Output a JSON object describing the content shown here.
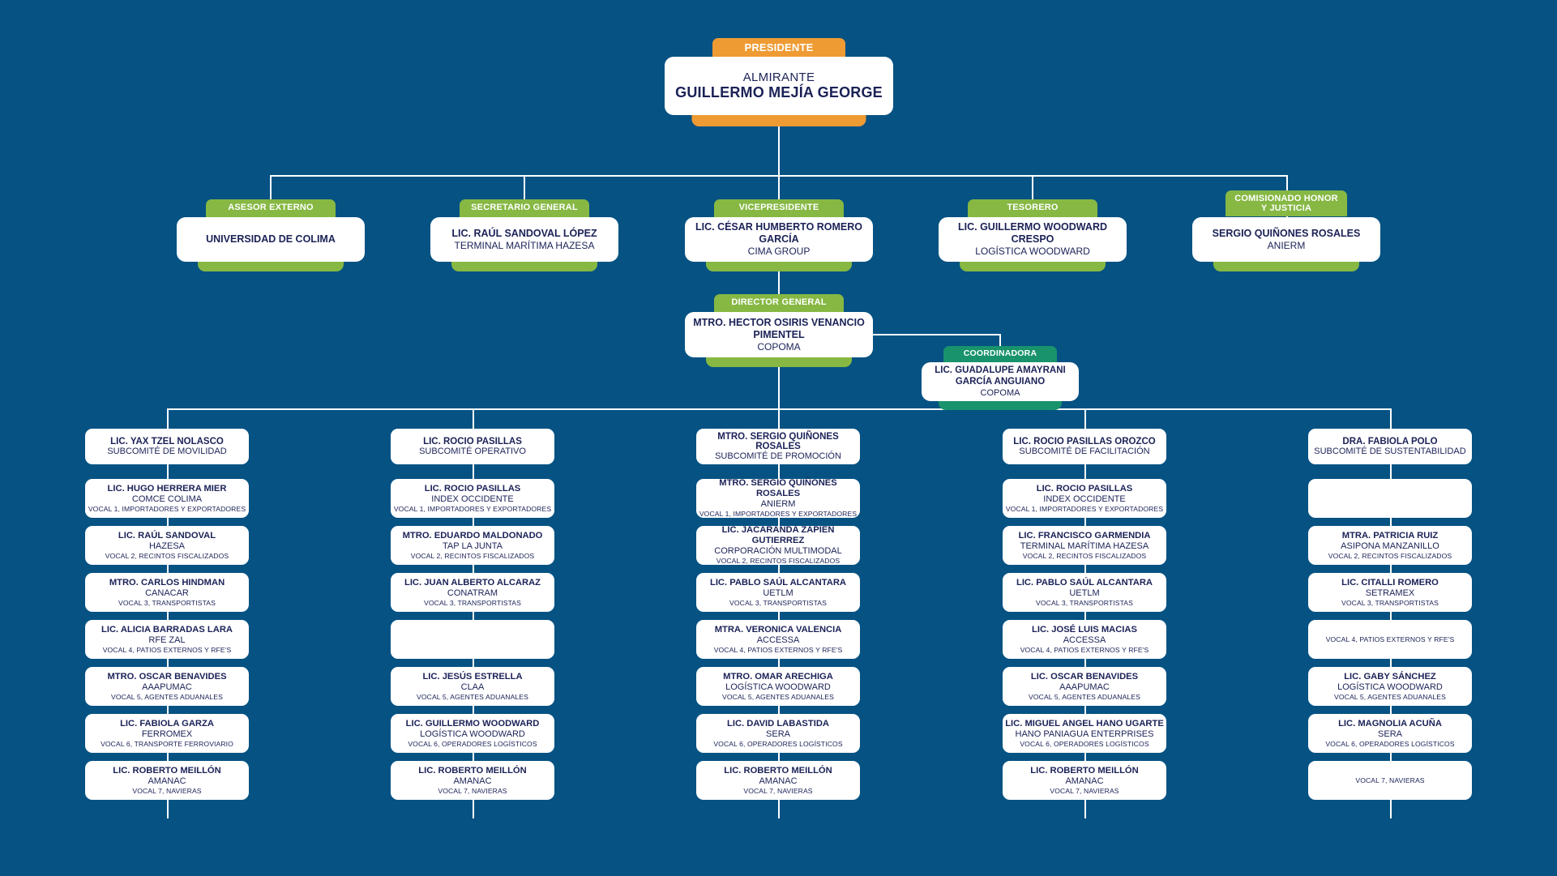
{
  "theme": {
    "background": "#055283",
    "tab_green": "#86b843",
    "tab_teal": "#18936c",
    "tab_orange": "#ef9b33",
    "card": "#ffffff",
    "text": "#1b2257",
    "connector": "#ffffff"
  },
  "president": {
    "tab": "PRESIDENTE",
    "rank": "ALMIRANTE",
    "name": "GUILLERMO MEJÍA GEORGE"
  },
  "level2": [
    {
      "tab": "ASESOR EXTERNO",
      "name": "UNIVERSIDAD DE COLIMA",
      "org": ""
    },
    {
      "tab": "SECRETARIO GENERAL",
      "name": "LIC. RAÚL SANDOVAL LÓPEZ",
      "org": "TERMINAL MARÍTIMA HAZESA"
    },
    {
      "tab": "VICEPRESIDENTE",
      "name": "LIC. CÉSAR HUMBERTO ROMERO GARCÍA",
      "org": "CIMA GROUP"
    },
    {
      "tab": "TESORERO",
      "name": "LIC. GUILLERMO WOODWARD CRESPO",
      "org": "LOGÍSTICA WOODWARD"
    },
    {
      "tab": "COMISIONADO HONOR Y JUSTICIA",
      "name": "SERGIO QUIÑONES ROSALES",
      "org": "ANIERM"
    }
  ],
  "director_general": {
    "tab": "DIRECTOR GENERAL",
    "name": "MTRO. HECTOR OSIRIS VENANCIO PIMENTEL",
    "org": "COPOMA"
  },
  "coordinadora": {
    "tab": "COORDINADORA",
    "name": "LIC. GUADALUPE AMAYRANI GARCÍA ANGUIANO",
    "org": "COPOMA"
  },
  "columns": [
    {
      "head": {
        "name": "LIC. YAX TZEL NOLASCO",
        "subcommittee": "SUBCOMITÉ DE MOVILIDAD"
      },
      "members": [
        {
          "name": "LIC. HUGO HERRERA MIER",
          "org": "COMCE COLIMA",
          "role": "VOCAL 1, IMPORTADORES Y EXPORTADORES"
        },
        {
          "name": "LIC. RAÚL SANDOVAL",
          "org": "HAZESA",
          "role": "VOCAL 2, RECINTOS FISCALIZADOS"
        },
        {
          "name": "MTRO. CARLOS HINDMAN",
          "org": "CANACAR",
          "role": "VOCAL 3, TRANSPORTISTAS"
        },
        {
          "name": "LIC. ALICIA BARRADAS LARA",
          "org": "RFE ZAL",
          "role": "VOCAL 4, PATIOS EXTERNOS Y RFE'S"
        },
        {
          "name": "MTRO. OSCAR BENAVIDES",
          "org": "AAAPUMAC",
          "role": "VOCAL 5, AGENTES ADUANALES"
        },
        {
          "name": "LIC. FABIOLA GARZA",
          "org": "FERROMEX",
          "role": "VOCAL 6, TRANSPORTE FERROVIARIO"
        },
        {
          "name": "LIC. ROBERTO MEILLÓN",
          "org": "AMANAC",
          "role": "VOCAL 7, NAVIERAS"
        }
      ]
    },
    {
      "head": {
        "name": "LIC. ROCIO PASILLAS",
        "subcommittee": "SUBCOMITÉ OPERATIVO"
      },
      "members": [
        {
          "name": "LIC. ROCIO PASILLAS",
          "org": "INDEX OCCIDENTE",
          "role": "VOCAL 1, IMPORTADORES Y EXPORTADORES"
        },
        {
          "name": "MTRO. EDUARDO MALDONADO",
          "org": "TAP LA JUNTA",
          "role": "VOCAL 2, RECINTOS FISCALIZADOS"
        },
        {
          "name": "LIC. JUAN ALBERTO ALCARAZ",
          "org": "CONATRAM",
          "role": "VOCAL 3, TRANSPORTISTAS"
        },
        {
          "name": "",
          "org": "",
          "role": ""
        },
        {
          "name": "LIC. JESÚS ESTRELLA",
          "org": "CLAA",
          "role": "VOCAL 5, AGENTES ADUANALES"
        },
        {
          "name": "LIC. GUILLERMO WOODWARD",
          "org": "LOGÍSTICA WOODWARD",
          "role": "VOCAL 6, OPERADORES LOGÍSTICOS"
        },
        {
          "name": "LIC. ROBERTO MEILLÓN",
          "org": "AMANAC",
          "role": "VOCAL 7, NAVIERAS"
        }
      ]
    },
    {
      "head": {
        "name": "MTRO. SERGIO QUIÑONES ROSALES",
        "subcommittee": "SUBCOMITÉ DE PROMOCIÓN"
      },
      "members": [
        {
          "name": "MTRO. SERGIO QUIÑONES ROSALES",
          "org": "ANIERM",
          "role": "VOCAL 1, IMPORTADORES Y EXPORTADORES"
        },
        {
          "name": "LIC. JACARANDA ZAPIEN GUTIERREZ",
          "org": "CORPORACIÓN MULTIMODAL",
          "role": "VOCAL 2, RECINTOS FISCALIZADOS"
        },
        {
          "name": "LIC. PABLO SAÚL ALCANTARA",
          "org": "UETLM",
          "role": "VOCAL 3, TRANSPORTISTAS"
        },
        {
          "name": "MTRA. VERONICA VALENCIA",
          "org": "ACCESSA",
          "role": "VOCAL 4, PATIOS EXTERNOS Y RFE'S"
        },
        {
          "name": "MTRO. OMAR ARECHIGA",
          "org": "LOGÍSTICA WOODWARD",
          "role": "VOCAL 5, AGENTES ADUANALES"
        },
        {
          "name": "LIC. DAVID LABASTIDA",
          "org": "SERA",
          "role": "VOCAL 6, OPERADORES LOGÍSTICOS"
        },
        {
          "name": "LIC. ROBERTO MEILLÓN",
          "org": "AMANAC",
          "role": "VOCAL 7, NAVIERAS"
        }
      ]
    },
    {
      "head": {
        "name": "LIC. ROCIO PASILLAS OROZCO",
        "subcommittee": "SUBCOMITÉ DE FACILITACIÓN"
      },
      "members": [
        {
          "name": "LIC. ROCIO PASILLAS",
          "org": "INDEX OCCIDENTE",
          "role": "VOCAL 1, IMPORTADORES Y EXPORTADORES"
        },
        {
          "name": "LIC. FRANCISCO GARMENDIA",
          "org": "TERMINAL MARÍTIMA HAZESA",
          "role": "VOCAL 2, RECINTOS FISCALIZADOS"
        },
        {
          "name": "LIC. PABLO SAÚL ALCANTARA",
          "org": "UETLM",
          "role": "VOCAL 3, TRANSPORTISTAS"
        },
        {
          "name": "LIC. JOSÉ LUIS MACIAS",
          "org": "ACCESSA",
          "role": "VOCAL 4, PATIOS EXTERNOS Y RFE'S"
        },
        {
          "name": "LIC. OSCAR BENAVIDES",
          "org": "AAAPUMAC",
          "role": "VOCAL 5, AGENTES ADUANALES"
        },
        {
          "name": "LIC. MIGUEL ANGEL HANO UGARTE",
          "org": "HANO PANIAGUA ENTERPRISES",
          "role": "VOCAL 6, OPERADORES LOGÍSTICOS"
        },
        {
          "name": "LIC. ROBERTO MEILLÓN",
          "org": "AMANAC",
          "role": "VOCAL 7, NAVIERAS"
        }
      ]
    },
    {
      "head": {
        "name": "DRA. FABIOLA POLO",
        "subcommittee": "SUBCOMITÉ DE SUSTENTABILIDAD"
      },
      "members": [
        {
          "name": "",
          "org": "",
          "role": ""
        },
        {
          "name": "MTRA. PATRICIA RUIZ",
          "org": "ASIPONA MANZANILLO",
          "role": "VOCAL 2, RECINTOS FISCALIZADOS"
        },
        {
          "name": "LIC. CITALLI ROMERO",
          "org": "SETRAMEX",
          "role": "VOCAL 3, TRANSPORTISTAS"
        },
        {
          "name": "",
          "org": "",
          "role": "VOCAL 4, PATIOS EXTERNOS Y RFE'S"
        },
        {
          "name": "LIC. GABY SÁNCHEZ",
          "org": "LOGÍSTICA WOODWARD",
          "role": "VOCAL 5, AGENTES ADUANALES"
        },
        {
          "name": "LIC. MAGNOLIA ACUÑA",
          "org": "SERA",
          "role": "VOCAL 6, OPERADORES LOGÍSTICOS"
        },
        {
          "name": "",
          "org": "",
          "role": "VOCAL 7, NAVIERAS"
        }
      ]
    }
  ]
}
